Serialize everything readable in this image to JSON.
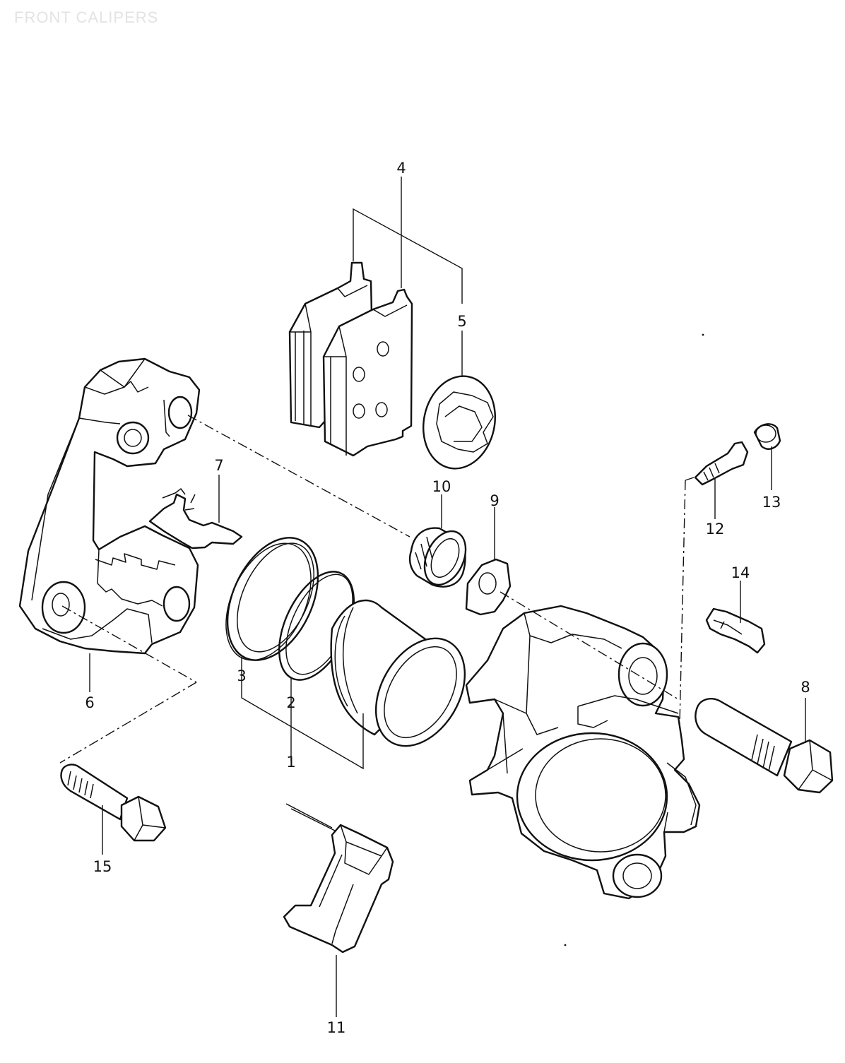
{
  "title": "FRONT CALIPERS",
  "callouts": {
    "c1": "1",
    "c2": "2",
    "c3": "3",
    "c4": "4",
    "c5": "5",
    "c6": "6",
    "c7": "7",
    "c8": "8",
    "c9": "9",
    "c10": "10",
    "c11": "11",
    "c12": "12",
    "c13": "13",
    "c14": "14",
    "c15": "15"
  }
}
